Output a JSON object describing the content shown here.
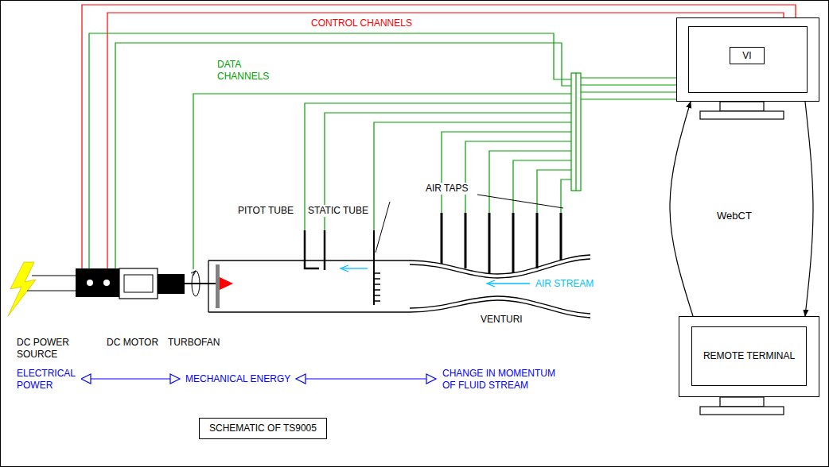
{
  "diagram": {
    "nodes": [
      {
        "text": [
          "VI"
        ]
      },
      {
        "text": [
          "REMOTE TERMINAL"
        ]
      },
      {
        "text": [
          "SCHEMATIC OF TS9005"
        ]
      }
    ],
    "edges": [
      {
        "from": 1,
        "to": 0,
        "arrow": "to"
      },
      {
        "from": 0,
        "to": 1,
        "arrow": "to"
      }
    ],
    "labels": [
      "CONTROL CHANNELS",
      "DATA CHANNELS",
      "PITOT TUBE",
      "STATIC TUBE",
      "AIR TAPS",
      "AIR STREAM",
      "VENTURI",
      "DC POWER SOURCE",
      "DC MOTOR",
      "TURBOFAN",
      "ELECTRICAL POWER",
      "MECHANICAL ENERGY",
      "CHANGE IN MOMENTUM OF FLUID STREAM",
      "WebCT"
    ]
  }
}
